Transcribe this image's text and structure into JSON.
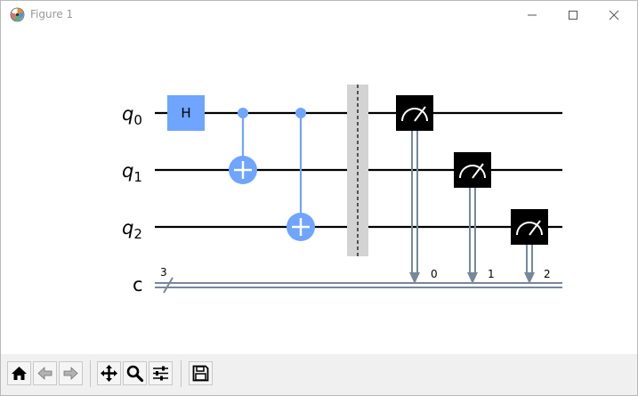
{
  "window": {
    "title": "Figure 1",
    "controls": {
      "minimize_icon": "minimize-icon",
      "maximize_icon": "maximize-icon",
      "close_icon": "close-icon"
    }
  },
  "circuit": {
    "qubits": [
      {
        "symbol": "q",
        "index": "0"
      },
      {
        "symbol": "q",
        "index": "1"
      },
      {
        "symbol": "q",
        "index": "2"
      }
    ],
    "classical": {
      "label": "c",
      "width": "3"
    },
    "gates": [
      {
        "type": "H",
        "label": "H",
        "qubit": 0
      },
      {
        "type": "CNOT",
        "control": 0,
        "target": 1
      },
      {
        "type": "CNOT",
        "control": 0,
        "target": 2
      },
      {
        "type": "barrier",
        "qubits": [
          0,
          1,
          2
        ]
      },
      {
        "type": "measure",
        "qubit": 0,
        "bit": "0"
      },
      {
        "type": "measure",
        "qubit": 1,
        "bit": "1"
      },
      {
        "type": "measure",
        "qubit": 2,
        "bit": "2"
      }
    ],
    "colors": {
      "wire": "#000000",
      "h_gate": "#6fa4ff",
      "cnot": "#6fa4ff",
      "barrier": "#d3d3d3",
      "measure_box": "#000000",
      "classical": "#778899"
    }
  },
  "toolbar": {
    "buttons": [
      {
        "name": "home-button",
        "icon": "home-icon"
      },
      {
        "name": "back-button",
        "icon": "back-arrow-icon"
      },
      {
        "name": "forward-button",
        "icon": "forward-arrow-icon"
      },
      {
        "name": "pan-button",
        "icon": "move-icon"
      },
      {
        "name": "zoom-button",
        "icon": "zoom-icon"
      },
      {
        "name": "configure-subplots-button",
        "icon": "sliders-icon"
      },
      {
        "name": "save-button",
        "icon": "save-icon"
      }
    ]
  }
}
